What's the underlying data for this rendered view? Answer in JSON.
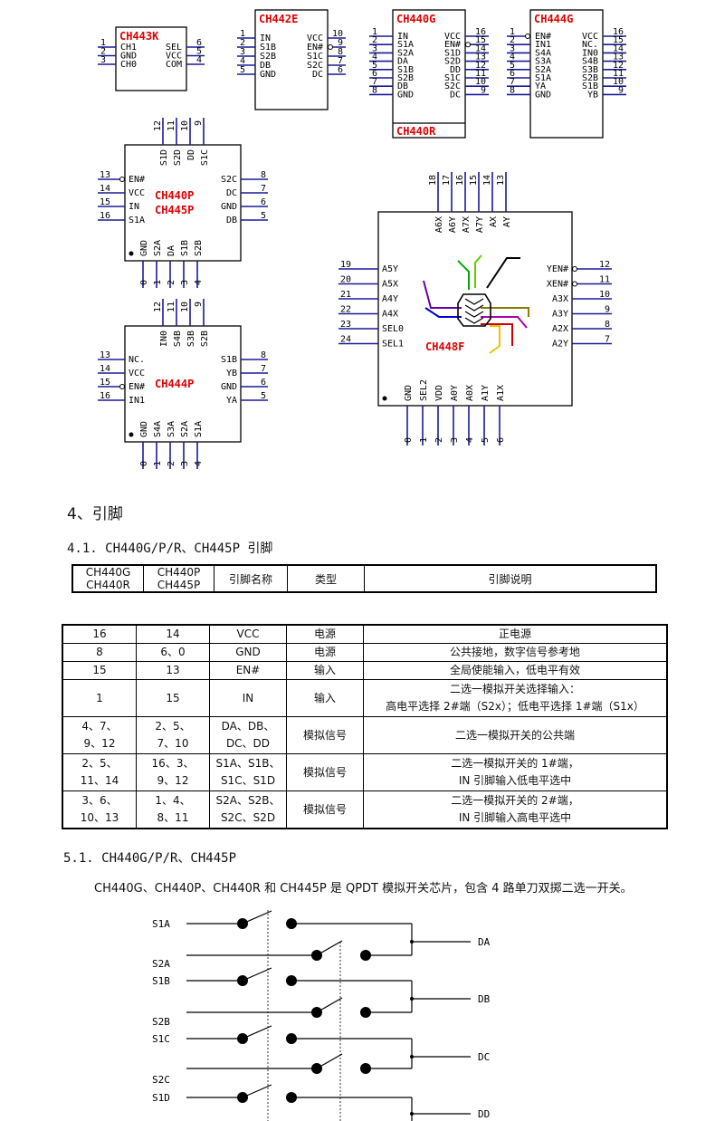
{
  "chips": {
    "ch443k": {
      "title": "CH443K",
      "left": [
        "CH1",
        "GND",
        "CH0"
      ],
      "right": [
        "SEL",
        "VCC",
        "COM"
      ],
      "lpins": [
        "1",
        "2",
        "3"
      ],
      "rpins": [
        "6",
        "5",
        "4"
      ]
    },
    "ch442e": {
      "title": "CH442E",
      "left": [
        "IN",
        "S1B",
        "S2B",
        "DB",
        "GND"
      ],
      "right": [
        "VCC",
        "EN#",
        "S1C",
        "S2C",
        "DC"
      ],
      "lpins": [
        "1",
        "2",
        "3",
        "4",
        "5"
      ],
      "rpins": [
        "10",
        "9",
        "8",
        "7",
        "6"
      ]
    },
    "ch440g": {
      "title": "CH440G",
      "title2": "CH440R",
      "left": [
        "IN",
        "S1A",
        "S2A",
        "DA",
        "S1B",
        "S2B",
        "DB",
        "GND"
      ],
      "right": [
        "VCC",
        "EN#",
        "S1D",
        "S2D",
        "DD",
        "S1C",
        "S2C",
        "DC"
      ],
      "lpins": [
        "1",
        "2",
        "3",
        "4",
        "5",
        "6",
        "7",
        "8"
      ],
      "rpins": [
        "16",
        "15",
        "14",
        "13",
        "12",
        "11",
        "10",
        "9"
      ]
    },
    "ch444g": {
      "title": "CH444G",
      "left": [
        "EN#",
        "IN1",
        "S4A",
        "S3A",
        "S2A",
        "S1A",
        "YA",
        "GND"
      ],
      "right": [
        "VCC",
        "NC.",
        "IN0",
        "S4B",
        "S3B",
        "S2B",
        "S1B",
        "YB"
      ],
      "lpins": [
        "1",
        "2",
        "3",
        "4",
        "5",
        "6",
        "7",
        "8"
      ],
      "rpins": [
        "16",
        "15",
        "14",
        "13",
        "12",
        "11",
        "10",
        "9"
      ]
    },
    "ch440p": {
      "title": "CH440P",
      "title2": "CH445P",
      "top": [
        "S1D",
        "S2D",
        "DD",
        "S1C"
      ],
      "toppins": [
        "12",
        "11",
        "10",
        "9"
      ],
      "left": [
        "EN#",
        "VCC",
        "IN",
        "S1A"
      ],
      "lpins": [
        "13",
        "14",
        "15",
        "16"
      ],
      "right": [
        "S2C",
        "DC",
        "GND",
        "DB"
      ],
      "rpins": [
        "8",
        "7",
        "6",
        "5"
      ],
      "bottom": [
        "GND",
        "S2A",
        "DA",
        "S1B",
        "S2B"
      ],
      "botpins": [
        "0",
        "1",
        "2",
        "3",
        "4"
      ]
    },
    "ch444p": {
      "title": "CH444P",
      "top": [
        "IN0",
        "S4B",
        "S3B",
        "S2B"
      ],
      "toppins": [
        "12",
        "11",
        "10",
        "9"
      ],
      "left": [
        "NC.",
        "VCC",
        "EN#",
        "IN1"
      ],
      "lpins": [
        "13",
        "14",
        "15",
        "16"
      ],
      "right": [
        "S1B",
        "YB",
        "GND",
        "YA"
      ],
      "rpins": [
        "8",
        "7",
        "6",
        "5"
      ],
      "bottom": [
        "GND",
        "S4A",
        "S3A",
        "S2A",
        "S1A"
      ],
      "botpins": [
        "0",
        "1",
        "2",
        "3",
        "4"
      ]
    },
    "ch448f": {
      "title": "CH448F",
      "top": [
        "A6X",
        "A6Y",
        "A7X",
        "A7Y",
        "AX",
        "AY"
      ],
      "toppins": [
        "18",
        "17",
        "16",
        "15",
        "14",
        "13"
      ],
      "left": [
        "A5Y",
        "A5X",
        "A4Y",
        "A4X",
        "SEL0",
        "SEL1"
      ],
      "lpins": [
        "19",
        "20",
        "21",
        "22",
        "23",
        "24"
      ],
      "right": [
        "YEN#",
        "XEN#",
        "A3X",
        "A3Y",
        "A2X",
        "A2Y"
      ],
      "rpins": [
        "12",
        "11",
        "10",
        "9",
        "8",
        "7"
      ],
      "bottom": [
        "GND",
        "SEL2",
        "VDD",
        "A0Y",
        "A0X",
        "A1Y",
        "A1X"
      ],
      "botpins": [
        "0",
        "1",
        "2",
        "3",
        "4",
        "5",
        "6"
      ]
    }
  },
  "section_heading": "4、引脚",
  "subsection_pins": "4.1. CH440G/P/R、CH445P 引脚",
  "table_header": {
    "col1a": "CH440G",
    "col1b": "CH440R",
    "col2a": "CH440P",
    "col2b": "CH445P",
    "col3": "引脚名称",
    "col4": "类型",
    "col5": "引脚说明"
  },
  "table_rows": [
    {
      "a": "16",
      "b": "14",
      "name": "VCC",
      "type": "电源",
      "desc": "正电源"
    },
    {
      "a": "8",
      "b": "6、0",
      "name": "GND",
      "type": "电源",
      "desc": "公共接地，数字信号参考地"
    },
    {
      "a": "15",
      "b": "13",
      "name": "EN#",
      "type": "输入",
      "desc": "全局使能输入，低电平有效"
    },
    {
      "a": "1",
      "b": "15",
      "name": "IN",
      "type": "输入",
      "desc": "二选一模拟开关选择输入：",
      "desc2": "高电平选择 2#端（S2x）；低电平选择 1#端（S1x）"
    },
    {
      "a": "4、7、",
      "a2": "9、12",
      "b": "2、5、",
      "b2": "7、10",
      "name": "DA、DB、",
      "name2": "DC、DD",
      "type": "模拟信号",
      "desc": "二选一模拟开关的公共端"
    },
    {
      "a": "2、5、",
      "a2": "11、14",
      "b": "16、3、",
      "b2": "9、12",
      "name": "S1A、S1B、",
      "name2": "S1C、S1D",
      "type": "模拟信号",
      "desc": "二选一模拟开关的 1#端，",
      "desc2": "IN 引脚输入低电平选中"
    },
    {
      "a": "3、6、",
      "a2": "10、13",
      "b": "1、4、",
      "b2": "8、11",
      "name": "S2A、S2B、",
      "name2": "S2C、S2D",
      "type": "模拟信号",
      "desc": "二选一模拟开关的 2#端，",
      "desc2": "IN 引脚输入高电平选中"
    }
  ],
  "subsection_func": "5.1. CH440G/P/R、CH445P",
  "paragraph": "CH440G、CH440P、CH440R 和 CH445P 是 QPDT 模拟开关芯片，包含 4 路单刀双掷二选一开关。",
  "switch_diagram": {
    "inputs": [
      "S1A",
      "S2A",
      "S1B",
      "S2B",
      "S1C",
      "S2C",
      "S1D"
    ],
    "outputs": [
      "DA",
      "DB",
      "DC",
      "DD"
    ]
  },
  "colors": {
    "chip_title": "#e00000",
    "pin_line": "#1a1a9a",
    "ink": "#000000"
  }
}
